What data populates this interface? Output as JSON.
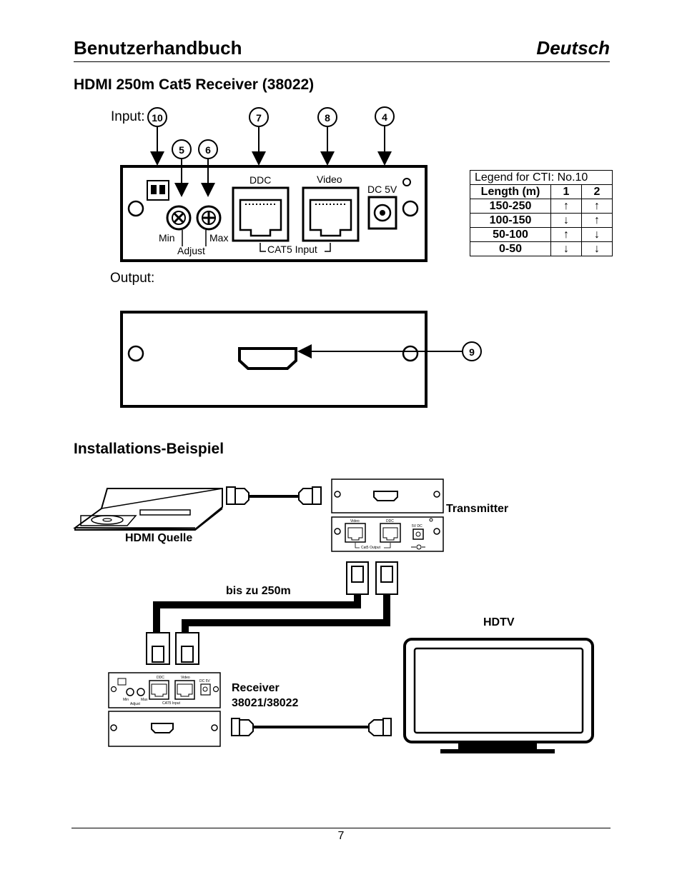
{
  "header": {
    "title": "Benutzerhandbuch",
    "language": "Deutsch"
  },
  "section1": {
    "title": "HDMI 250m Cat5 Receiver (38022)",
    "input_label": "Input:",
    "output_label": "Output:",
    "callouts": [
      "10",
      "5",
      "6",
      "7",
      "8",
      "4",
      "9"
    ],
    "panel_labels": {
      "ddc": "DDC",
      "video": "Video",
      "dc": "DC 5V",
      "min": "Min",
      "max": "Max",
      "adjust": "Adjust",
      "cat5": "CAT5 Input"
    }
  },
  "legend": {
    "caption": "Legend for CTI: No.10",
    "headers": [
      "Length (m)",
      "1",
      "2"
    ],
    "rows": [
      [
        "150-250",
        "↑",
        "↑"
      ],
      [
        "100-150",
        "↓",
        "↑"
      ],
      [
        "50-100",
        "↑",
        "↓"
      ],
      [
        "0-50",
        "↓",
        "↓"
      ]
    ]
  },
  "section2": {
    "title": "Installations-Beispiel",
    "hdmi_source": "HDMI Quelle",
    "transmitter": "Transmitter",
    "distance": "bis zu 250m",
    "hdtv": "HDTV",
    "receiver_line1": "Receiver",
    "receiver_line2": "38021/38022",
    "small_labels": {
      "video": "Video",
      "ddc": "DDC",
      "dc": "5V DC",
      "cat5out": "Cat5 Output",
      "r_ddc": "DDC",
      "r_video": "Video",
      "r_dc": "DC 5V",
      "r_min": "Min",
      "r_max": "Max",
      "r_adjust": "Adjust",
      "r_cat5": "CAT5 Input"
    }
  },
  "footer": {
    "page": "7"
  }
}
